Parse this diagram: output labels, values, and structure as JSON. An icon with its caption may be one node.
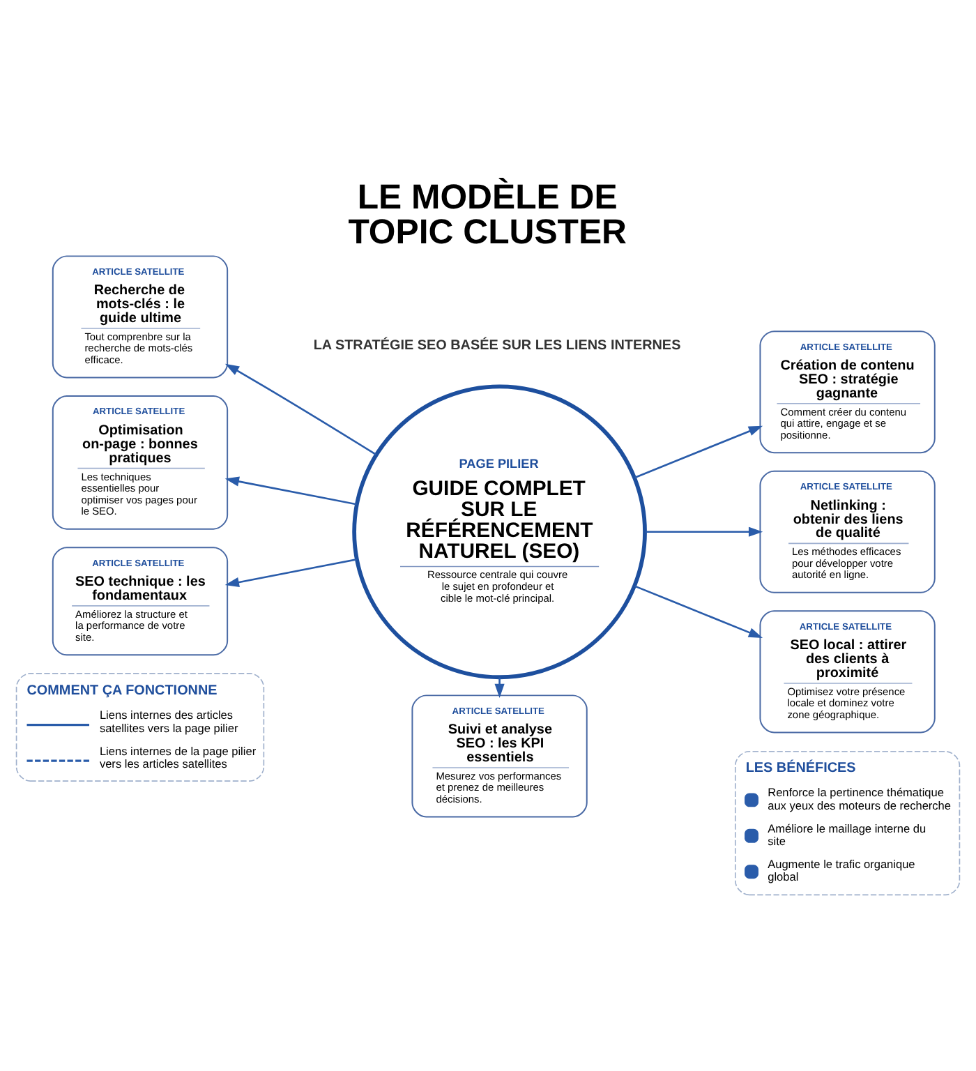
{
  "diagram": {
    "title": "LE MODÈLE DE TOPIC CLUSTER",
    "nodes": [
      {
        "text": [
          "ARTICLE SATELLITE",
          "Recherche de mots-clés : le guide ultime",
          "Tout comprenbre sur la recherche de mots-clés efficace."
        ]
      },
      {
        "text": [
          "ARTICLE SATELLITE",
          "Création de contenu SEO : stratégie gagnante",
          "Comment créer du contenu qui attire, engage et se positionne."
        ]
      },
      {
        "text": [
          "PAGE PILIER",
          "GUIDE COMPLET SUR LE RÉFÉRENCEMENT NATUREL (SEO)",
          "Ressource centrale qui couvre le sujet en profondeur et cible le mot-clé principal."
        ]
      },
      {
        "text": [
          "ARTICLE SATELLITE",
          "Optimisation on-page : bonnes pratiques",
          "Les techniques essentielles pour optimiser vos pages pour le SEO."
        ]
      },
      {
        "text": [
          "ARTICLE SATELLITE",
          "Netlinking : obtenir des liens de qualité",
          "Les méthodes efficaces pour développer votre autorité en ligne."
        ]
      },
      {
        "text": [
          "ARTICLE SATELLITE",
          "SEO technique : les fondamentaux",
          "Améliorez la structure et la performance de votre site."
        ]
      },
      {
        "text": [
          "ARTICLE SATELLITE",
          "SEO local : attirer des clients à proximité",
          "Optimisez votre présence locale et dominez votre zone géographique."
        ]
      },
      {
        "text": [
          "ARTICLE SATELLITE",
          "Suivi et analyse SEO : les KPI essentiels",
          "Mesurez vos performances et prenez de meilleures décisions."
        ]
      }
    ],
    "edges": [
      {
        "from": 2,
        "to": 0,
        "arrow": "to"
      },
      {
        "from": 2,
        "to": 1,
        "arrow": "to"
      },
      {
        "from": 2,
        "to": 3,
        "arrow": "to"
      },
      {
        "from": 2,
        "to": 4,
        "arrow": "to"
      },
      {
        "from": 2,
        "to": 5,
        "arrow": "to"
      },
      {
        "from": 2,
        "to": 6,
        "arrow": "to"
      },
      {
        "from": 2,
        "to": 7,
        "arrow": "to"
      }
    ],
    "labels": [
      "LA STRATÉGIE SEO BASÉE SUR LES LIENS INTERNES",
      "COMMENT ÇA FONCTIONNE",
      "LES BÉNÉFICES",
      "Renforce la pertinence thématique aux yeux des moteurs de recherche",
      "Améliore le maillage interne du site",
      "Augmente le trafic organique global"
    ],
    "legend": [
      {
        "text": "Liens internes des articles satellites vers la page pilier"
      },
      {
        "text": "Liens internes de la page pilier vers les articles satellites"
      }
    ]
  }
}
